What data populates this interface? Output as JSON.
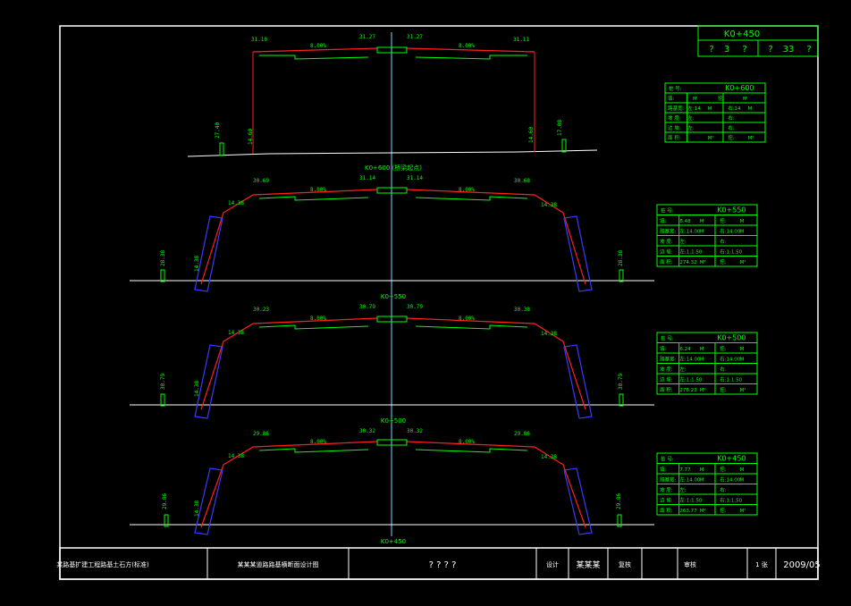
{
  "colors": {
    "bg": "#000000",
    "frame": "#ffffff",
    "green": "#00ff00",
    "red": "#ff2020",
    "blue": "#3a3aff",
    "cyan": "#80d8ff"
  },
  "title_block_top": {
    "code": "K0+450",
    "cells": [
      "?",
      "3",
      "?",
      "?",
      "33",
      "?"
    ]
  },
  "sections": [
    {
      "chainage": "K0+600 (桥梁起点)",
      "top_labels": [
        "31.10",
        "8.00%",
        "31.27",
        "31.27",
        "8.00%",
        "31.11"
      ],
      "side_labels": [
        "27.40",
        "14.60",
        "14.60",
        "17.08"
      ],
      "table": {
        "title": "K0+600",
        "rows": [
          [
            "桩 号:",
            "K0+600"
          ],
          [
            "填:",
            "M",
            "挖:",
            "M"
          ],
          [
            "路基宽:",
            "左:14",
            "M",
            "右:14",
            "M"
          ],
          [
            "坡 度:",
            "左:",
            "",
            "右:",
            ""
          ],
          [
            "边 坡:",
            "左:",
            "",
            "右:",
            ""
          ],
          [
            "面 积:",
            "",
            "M²",
            "挖:",
            "M²"
          ]
        ]
      }
    },
    {
      "chainage": "K0+550",
      "top_labels": [
        "30.69",
        "8.00%",
        "31.14",
        "31.14",
        "8.00%",
        "30.68"
      ],
      "side_labels": [
        "14.38",
        "28.38",
        "14.38",
        "14.38",
        "28.38"
      ],
      "table": {
        "title": "K0+550",
        "rows": [
          [
            "桩 号:",
            "K0+550"
          ],
          [
            "填:",
            "8.48",
            "M",
            "挖:",
            "M"
          ],
          [
            "路基宽:",
            "左:14.00",
            "M",
            "右:14.00",
            "M"
          ],
          [
            "坡 度:",
            "左:",
            "",
            "右:",
            ""
          ],
          [
            "边 坡:",
            "左:1:1.50",
            "",
            "右:1:1.50",
            ""
          ],
          [
            "面 积:",
            "274.32",
            "M²",
            "挖:",
            "M²"
          ]
        ]
      }
    },
    {
      "chainage": "K0+500",
      "top_labels": [
        "30.23",
        "8.00%",
        "30.79",
        "30.79",
        "8.00%",
        "30.38"
      ],
      "side_labels": [
        "14.38",
        "30.79",
        "14.38",
        "14.38",
        "30.79"
      ],
      "table": {
        "title": "K0+500",
        "rows": [
          [
            "桩 号:",
            "K0+500"
          ],
          [
            "填:",
            "6.24",
            "M",
            "挖:",
            "M"
          ],
          [
            "路基宽:",
            "左:14.00",
            "M",
            "右:14.00",
            "M"
          ],
          [
            "坡 度:",
            "左:",
            "",
            "右:",
            ""
          ],
          [
            "边 坡:",
            "左:1:1.50",
            "",
            "右:1:1.50",
            ""
          ],
          [
            "面 积:",
            "278.23",
            "M²",
            "挖:",
            "M²"
          ]
        ]
      }
    },
    {
      "chainage": "K0+450",
      "top_labels": [
        "29.86",
        "8.00%",
        "30.32",
        "30.32",
        "8.00%",
        "29.86"
      ],
      "side_labels": [
        "14.38",
        "29.86",
        "14.38",
        "14.38",
        "29.86"
      ],
      "table": {
        "title": "K0+450",
        "rows": [
          [
            "桩 号:",
            "K0+450"
          ],
          [
            "填:",
            "7.77",
            "M",
            "挖:",
            "M"
          ],
          [
            "路基宽:",
            "左:14.00",
            "M",
            "右:14.00",
            "M"
          ],
          [
            "坡 度:",
            "左:",
            "",
            "右:",
            ""
          ],
          [
            "边 坡:",
            "左:1:1.50",
            "",
            "右:1:1.50",
            ""
          ],
          [
            "面 积:",
            "263.77",
            "M²",
            "挖:",
            "M²"
          ]
        ]
      }
    }
  ],
  "title_block_bottom": {
    "project": "某路基扩建工程路基土石方(标准)",
    "drawing": "某某某道路路基横断面设计图",
    "qmarks": "?  ?  ?  ?",
    "role1": "设计",
    "name1": "某某某",
    "role2": "复核",
    "role3": "审核",
    "sheet": "1 张",
    "date": "2009/05"
  }
}
